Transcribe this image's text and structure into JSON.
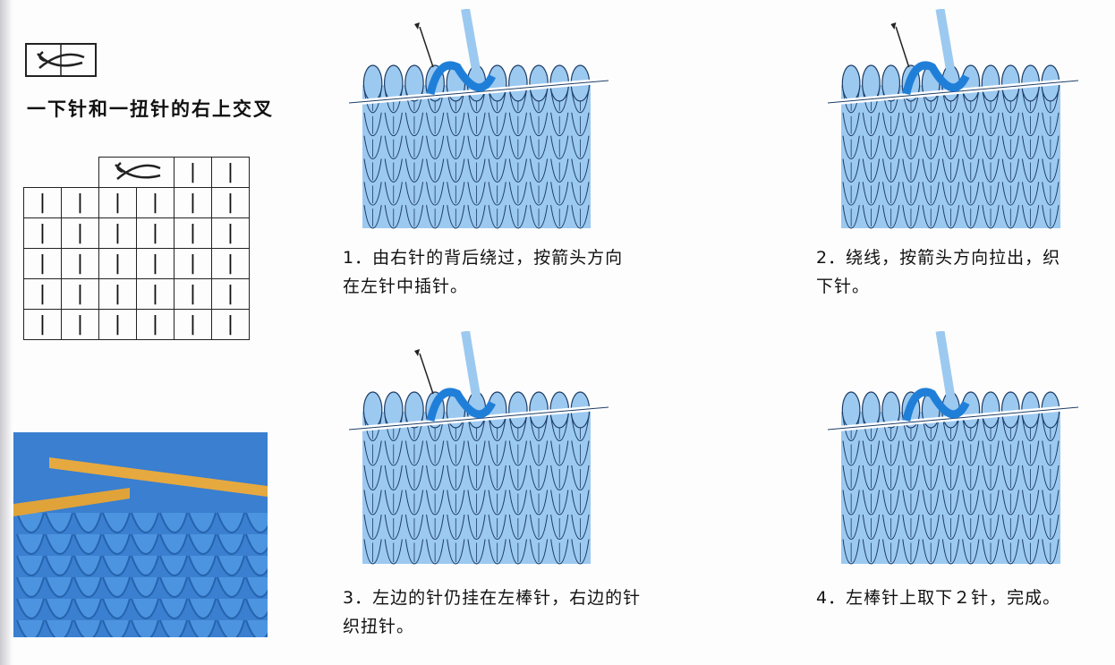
{
  "symbol": {
    "name": "cross-right-twisted"
  },
  "title": "一下针和一扭针的右上交叉",
  "chart": {
    "top_row": [
      "|",
      "|"
    ],
    "rows": 5,
    "cols": 6,
    "cell_mark": "|"
  },
  "steps": [
    {
      "caption": "1．由右针的背后绕过，按箭头方向在左针中插针。"
    },
    {
      "caption": "2．绕线，按箭头方向拉出，织下针。"
    },
    {
      "caption": "3．左边的针仍挂在左棒针，右边的针织扭针。"
    },
    {
      "caption": "4．左棒针上取下２针，完成。"
    }
  ],
  "colors": {
    "fabric": "#9cc9f0",
    "yarn": "#1f7fd8",
    "outline": "#1d3d66",
    "needle": "#e9b347"
  }
}
